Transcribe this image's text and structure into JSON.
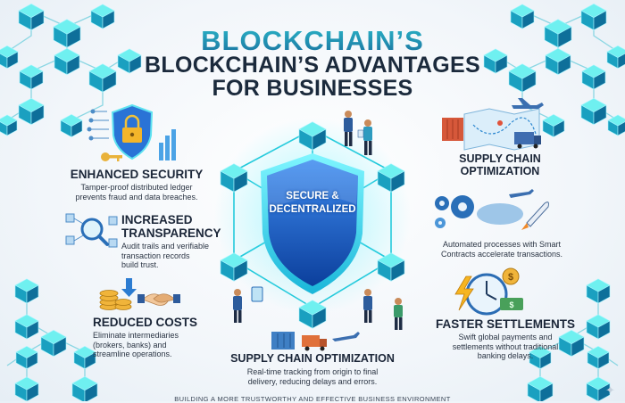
{
  "title": {
    "top": "BLOCKCHAIN’S",
    "main_line1": "BLOCKCHAIN’S ADVANTAGES",
    "main_line2": "FOR BUSINESSES"
  },
  "center": {
    "shield_line1": "SECURE &",
    "shield_line2": "DECENTRALIZED"
  },
  "features": {
    "security": {
      "heading": "ENHANCED SECURITY",
      "desc_line1": "Tamper-proof distributed ledger",
      "desc_line2": "prevents fraud and data breaches."
    },
    "transparency": {
      "heading_line1": "INCREASED",
      "heading_line2": "TRANSPARENCY",
      "desc_line1": "Audit trails and verifiable",
      "desc_line2": "transaction records",
      "desc_line3": "build trust."
    },
    "costs": {
      "heading": "REDUCED COSTS",
      "desc_line1": "Eliminate intermediaries",
      "desc_line2": "(brokers, banks) and",
      "desc_line3": "streamline operations."
    },
    "supply_top": {
      "heading_line1": "SUPPLY CHAIN",
      "heading_line2": "OPTIMIZATION"
    },
    "smart_contracts": {
      "desc_line1": "Automated processes with Smart",
      "desc_line2": "Contracts accelerate transactions."
    },
    "settlements": {
      "heading": "FASTER SETTLEMENTS",
      "desc_line1": "Swift global payments and",
      "desc_line2": "settlements without traditional",
      "desc_line3": "banking delays."
    },
    "supply_bottom": {
      "heading": "SUPPLY CHAIN OPTIMIZATION",
      "desc_line1": "Real-time tracking from origin to final",
      "desc_line2": "delivery, reducing delays and errors."
    }
  },
  "footer": "BUILDING A MORE TRUSTWORTHY AND EFFECTIVE BUSINESS ENVIRONMENT",
  "colors": {
    "accent_teal": "#17c2c9",
    "accent_blue": "#1f63c8",
    "heading_dark": "#1b2638",
    "cube_top": "#6ff0f0",
    "cube_left": "#1aa0c0",
    "cube_right": "#0e6f9a"
  },
  "icons": [
    "lock-icon",
    "key-icon",
    "bar-chart-icon",
    "magnifier-icon",
    "network-icon",
    "coins-icon",
    "handshake-icon",
    "arrow-down-icon",
    "map-icon",
    "airplane-icon",
    "truck-icon",
    "container-icon",
    "gear-icon",
    "rocket-icon",
    "clock-icon",
    "lightning-icon",
    "dollar-icon",
    "person-icon",
    "shield-icon",
    "sparkle-icon"
  ]
}
